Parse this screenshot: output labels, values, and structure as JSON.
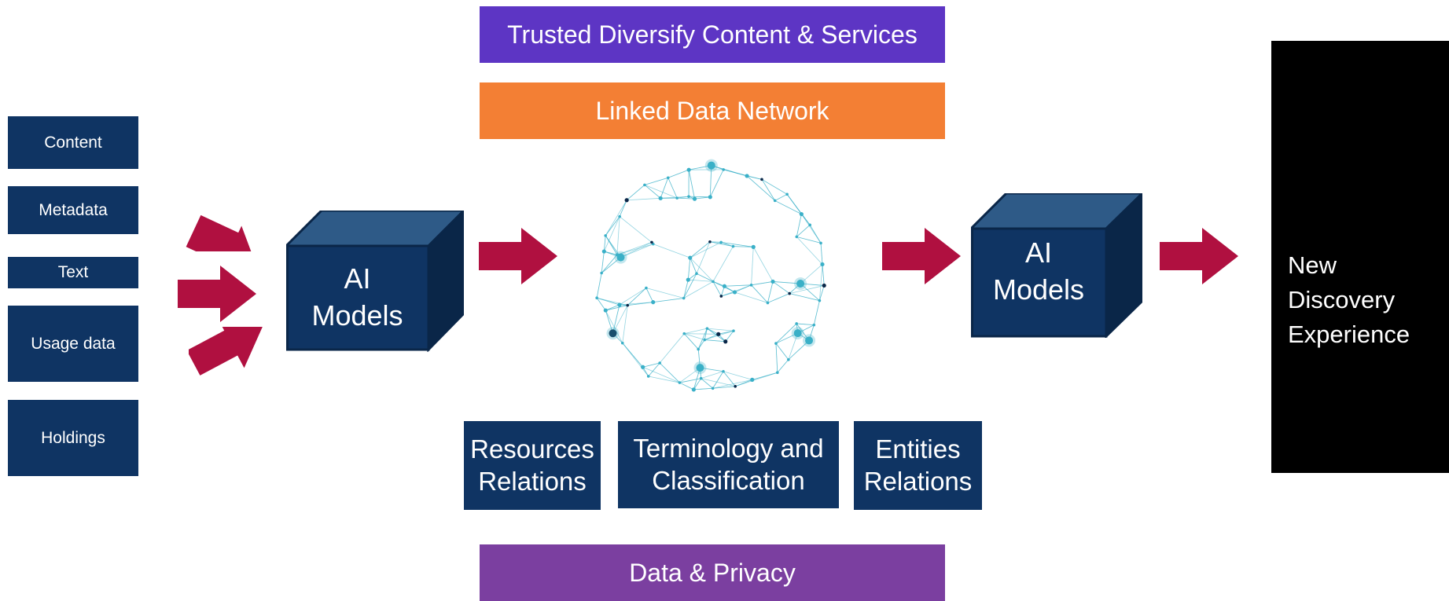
{
  "inputs": [
    {
      "label": "Content"
    },
    {
      "label": "Metadata"
    },
    {
      "label": "Text"
    },
    {
      "label": "Usage data"
    },
    {
      "label": "Holdings"
    }
  ],
  "banners": {
    "top": "Trusted Diversify Content & Services",
    "second": "Linked Data Network",
    "bottom": "Data & Privacy"
  },
  "models": {
    "left": {
      "line1": "AI",
      "line2": "Models"
    },
    "right": {
      "line1": "AI",
      "line2": "Models"
    }
  },
  "relations": [
    {
      "line1": "Resources",
      "line2": "Relations"
    },
    {
      "line1": "Terminology and",
      "line2": "Classification"
    },
    {
      "line1": "Entities",
      "line2": "Relations"
    }
  ],
  "output": {
    "line1": "New",
    "line2": "Discovery",
    "line3": "Experience"
  },
  "colors": {
    "navy": "#0f3463",
    "cube_top": "#2e5a87",
    "cube_side": "#0a2648",
    "arrow": "#b01040",
    "banner_top": "#5d35c4",
    "banner_orange": "#f37f34",
    "banner_bottom": "#7b3fa0",
    "network": "#3ab0c8",
    "output_bg": "#000000"
  }
}
